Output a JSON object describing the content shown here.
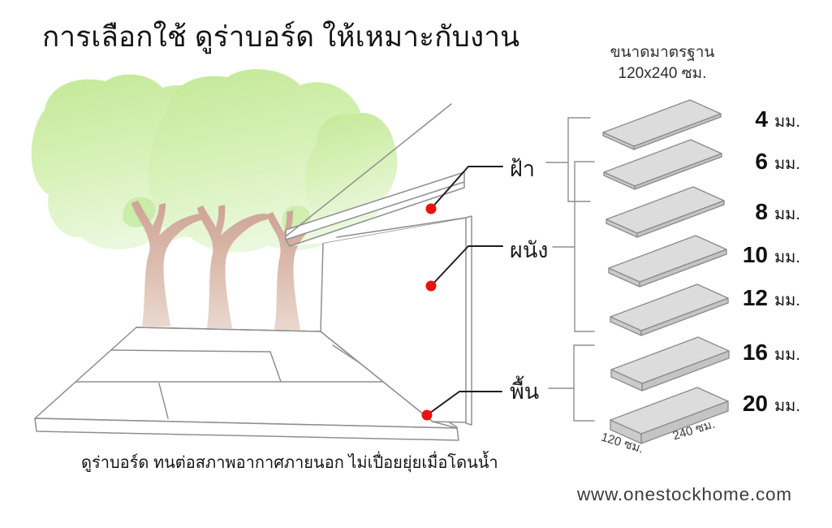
{
  "title": "การเลือกใช้ ดูร่าบอร์ด ให้เหมาะกับงาน",
  "standard_size": {
    "line1": "ขนาดมาตรฐาน",
    "line2": "120x240 ซม."
  },
  "area_labels": {
    "ceiling": "ฝ้า",
    "wall": "ผนัง",
    "floor": "พื้น"
  },
  "boards": [
    {
      "value": "4",
      "unit": "มม."
    },
    {
      "value": "6",
      "unit": "มม."
    },
    {
      "value": "8",
      "unit": "มม."
    },
    {
      "value": "10",
      "unit": "มม."
    },
    {
      "value": "12",
      "unit": "มม."
    },
    {
      "value": "16",
      "unit": "มม."
    },
    {
      "value": "20",
      "unit": "มม."
    }
  ],
  "board_groups": [
    {
      "label": "ฝ้า",
      "thicknesses_mm": [
        4,
        6
      ]
    },
    {
      "label": "ผนัง",
      "thicknesses_mm": [
        6,
        8,
        10,
        12
      ]
    },
    {
      "label": "พื้น",
      "thicknesses_mm": [
        16,
        20
      ]
    }
  ],
  "dimensions": {
    "width": "120 ซม.",
    "length": "240 ซม."
  },
  "caption": "ดูร่าบอร์ด ทนต่อสภาพอากาศภายนอก ไม่เปื่อยยุ่ยเมื่อโดนน้ำ",
  "website": "www.onestockhome.com",
  "colors": {
    "marker_red": "#ee1010",
    "line_gray": "#8f8f8f",
    "callout_black": "#1f1f1f",
    "board_top": "#dcdcdc",
    "board_side": "#c6c6c6",
    "tree_green": "#c8eb9e",
    "trunk_tan": "#cda394"
  }
}
